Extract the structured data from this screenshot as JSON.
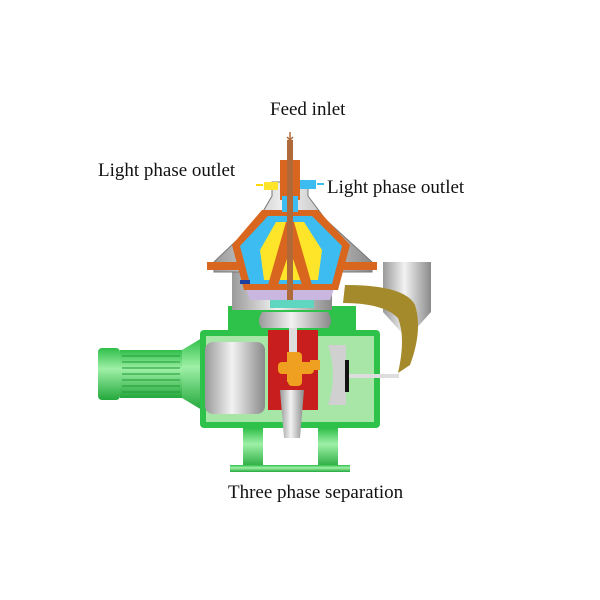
{
  "labels": {
    "feed_inlet": "Feed inlet",
    "light_outlet_left": "Light phase outlet",
    "light_outlet_right": "Light phase outlet",
    "caption": "Three phase separation"
  },
  "colors": {
    "frame_green": "#2ec24a",
    "frame_light_green": "#a8e6a8",
    "bowl_orange": "#d9661e",
    "light_phase_yellow": "#ffe52a",
    "heavy_phase_blue": "#3cbcf0",
    "solids_brown": "#a48a2a",
    "steel_gray": "#c8c8c8",
    "gear_red": "#c81e1e"
  }
}
